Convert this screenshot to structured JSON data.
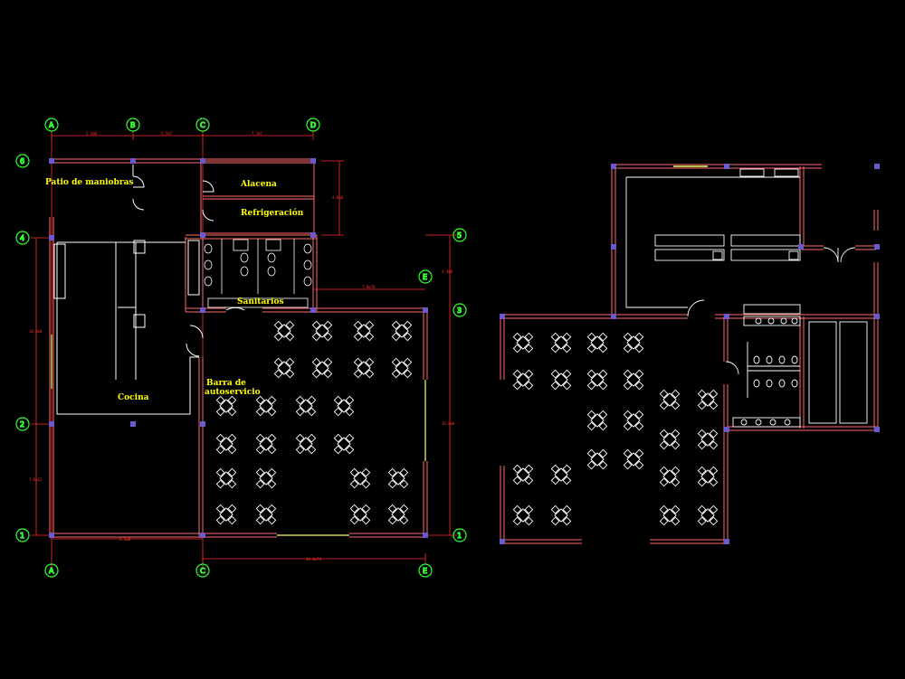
{
  "colors": {
    "background": "#000000",
    "wall": "#ff6b6b",
    "wall_inner": "#ffffff",
    "grid_bubble": "#33ff33",
    "dimension": "#ff2a2a",
    "column": "#6a5acd",
    "label": "#ffff00",
    "furniture": "#ffffff",
    "glazing": "#ffff66"
  },
  "plan_left": {
    "rooms": {
      "patio": "Patio de maniobras",
      "alacena": "Alacena",
      "refrigeracion": "Refrigeración",
      "sanitarios": "Sanitarios",
      "cocina": "Cocina",
      "barra_line1": "Barra de",
      "barra_line2": "autoservicio"
    },
    "grid_top": [
      "A",
      "B",
      "C",
      "D"
    ],
    "grid_bottom": [
      "A",
      "C",
      "E"
    ],
    "grid_left": [
      "6",
      "4",
      "2",
      "1"
    ],
    "grid_right": [
      "5",
      "E",
      "3",
      "1"
    ],
    "dimensions": {
      "top_ab": "5.5m0",
      "top_bc": "5.5m7",
      "top_cd": "7.1m7",
      "right_alacena": "4.6m0",
      "mid_e": "7.0m70",
      "right_e": "4.4m0",
      "left_tall": "10.6m0",
      "right_tall": "16.0m0",
      "left_lower": "7.6m12",
      "bottom_ac": "5.5m0",
      "bottom_ce": "14.0m74"
    }
  }
}
